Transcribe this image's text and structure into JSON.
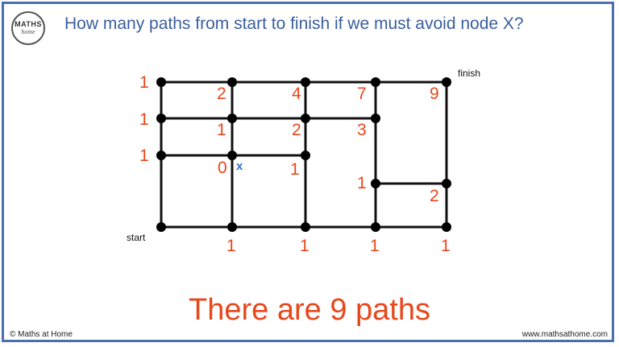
{
  "logo": {
    "line1": "MATHS",
    "line2": "home"
  },
  "title": "How many paths from start to finish if we must avoid node X?",
  "diagram": {
    "start_label": "start",
    "finish_label": "finish",
    "avoid_label": "x",
    "counts": {
      "top_left": "1",
      "mid_left": "1",
      "low_left": "1",
      "r1c2": "2",
      "r1c3": "4",
      "r1c4": "7",
      "r1c5": "9",
      "r2c2": "1",
      "r2c3": "2",
      "r2c4": "3",
      "r3c2": "0",
      "r3c3": "1",
      "right_low_left": "1",
      "right_low_right": "2",
      "bottom_c2": "1",
      "bottom_c3": "1",
      "bottom_c4": "1",
      "bottom_c5": "1"
    }
  },
  "conclusion": "There are 9 paths",
  "footer": {
    "left": "© Maths at Home",
    "right": "www.mathsathome.com"
  },
  "colors": {
    "title": "#3a5e9e",
    "numbers": "#e8471c",
    "avoid_label": "#2a73d9",
    "frame": "#4a6fb0"
  }
}
